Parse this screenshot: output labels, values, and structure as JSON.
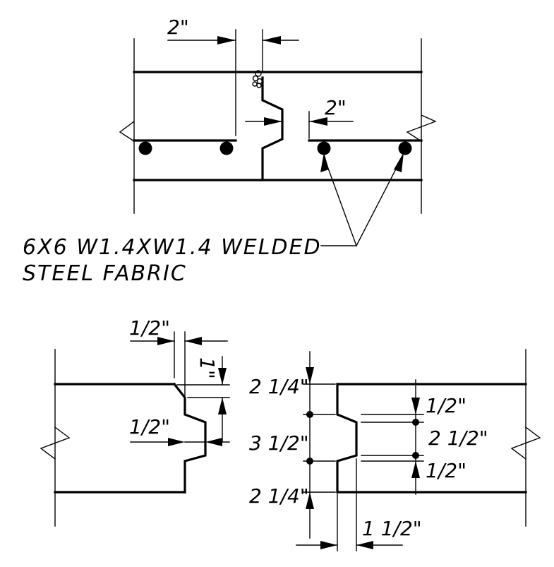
{
  "top_detail": {
    "dim_joint_offset": "2\"",
    "dim_bar_gap": "2\"",
    "note_line1": "6X6 W1.4XW1.4 WELDED",
    "note_line2": "STEEL FABRIC"
  },
  "bottom_left_detail": {
    "dim_top_half": "1/2\"",
    "dim_small": "1\"",
    "dim_mid_half": "1/2\""
  },
  "bottom_right_detail": {
    "dim_top": "2 1/4\"",
    "dim_middle": "3 1/2\"",
    "dim_bottom": "2 1/4\"",
    "dim_half_upper": "1/2\"",
    "dim_key": "2 1/2\"",
    "dim_half_lower": "1/2\"",
    "dim_width": "1 1/2\""
  },
  "colors": {
    "line": "#000000",
    "background": "#ffffff"
  }
}
